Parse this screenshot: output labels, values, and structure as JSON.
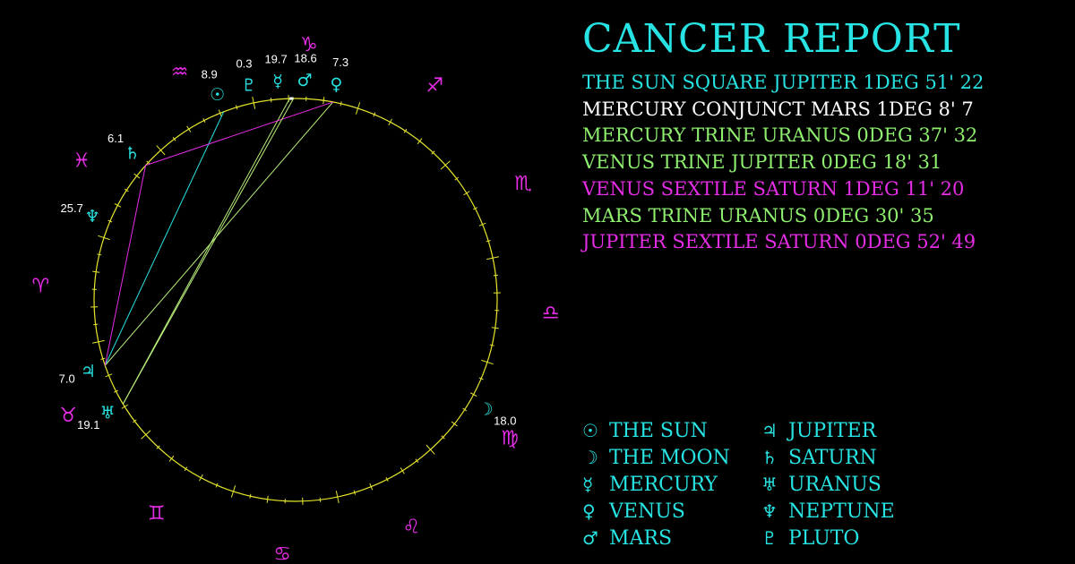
{
  "report": {
    "title": "CANCER REPORT",
    "aspects": [
      {
        "text": "THE SUN SQUARE JUPITER 1DEG 51' 22",
        "color": "#27e3e3"
      },
      {
        "text": "MERCURY CONJUNCT MARS 1DEG 8' 7",
        "color": "#ffffff"
      },
      {
        "text": "MERCURY TRINE URANUS 0DEG 37' 32",
        "color": "#8fef6f"
      },
      {
        "text": "VENUS TRINE JUPITER 0DEG 18' 31",
        "color": "#8fef6f"
      },
      {
        "text": "VENUS SEXTILE SATURN 1DEG 11' 20",
        "color": "#e62de6"
      },
      {
        "text": "MARS TRINE URANUS 0DEG 30' 35",
        "color": "#8fef6f"
      },
      {
        "text": "JUPITER SEXTILE SATURN 0DEG 52' 49",
        "color": "#e62de6"
      }
    ]
  },
  "colors": {
    "planet": "#27e3e3",
    "sign": "#e62de6",
    "circle": "#e6e62d",
    "label": "#ffffff",
    "conjunction": "#ffffff",
    "trine": "#b8f07a",
    "square": "#27e3e3",
    "sextile": "#e62de6"
  },
  "chart_data": {
    "type": "astrological-wheel",
    "signs": [
      {
        "name": "aries",
        "glyph": "♈"
      },
      {
        "name": "taurus",
        "glyph": "♉"
      },
      {
        "name": "gemini",
        "glyph": "♊"
      },
      {
        "name": "cancer",
        "glyph": "♋"
      },
      {
        "name": "leo",
        "glyph": "♌"
      },
      {
        "name": "virgo",
        "glyph": "♍"
      },
      {
        "name": "libra",
        "glyph": "♎"
      },
      {
        "name": "scorpio",
        "glyph": "♏"
      },
      {
        "name": "sagittarius",
        "glyph": "♐"
      },
      {
        "name": "capricorn",
        "glyph": "♑"
      },
      {
        "name": "aquarius",
        "glyph": "♒"
      },
      {
        "name": "pisces",
        "glyph": "♓"
      }
    ],
    "planets": [
      {
        "name": "sun",
        "glyph": "☉",
        "sign": "aquarius",
        "degree": 8.9,
        "label": "8.9"
      },
      {
        "name": "moon",
        "glyph": "☽",
        "sign": "virgo",
        "degree": 18.0,
        "label": "18.0"
      },
      {
        "name": "mercury",
        "glyph": "☿",
        "sign": "capricorn",
        "degree": 19.7,
        "label": "19.7"
      },
      {
        "name": "venus",
        "glyph": "♀",
        "sign": "capricorn",
        "degree": 7.3,
        "label": "7.3"
      },
      {
        "name": "mars",
        "glyph": "♂",
        "sign": "capricorn",
        "degree": 18.6,
        "label": "18.6"
      },
      {
        "name": "jupiter",
        "glyph": "♃",
        "sign": "taurus",
        "degree": 7.0,
        "label": "7.0"
      },
      {
        "name": "saturn",
        "glyph": "♄",
        "sign": "pisces",
        "degree": 6.1,
        "label": "6.1"
      },
      {
        "name": "uranus",
        "glyph": "♅",
        "sign": "taurus",
        "degree": 19.1,
        "label": "19.1"
      },
      {
        "name": "neptune",
        "glyph": "♆",
        "sign": "pisces",
        "degree": 25.7,
        "label": "25.7"
      },
      {
        "name": "pluto",
        "glyph": "♇",
        "sign": "aquarius",
        "degree": 0.3,
        "label": "0.3"
      }
    ],
    "aspects": [
      {
        "from": "sun",
        "to": "jupiter",
        "type": "square"
      },
      {
        "from": "mercury",
        "to": "mars",
        "type": "conjunction"
      },
      {
        "from": "mercury",
        "to": "uranus",
        "type": "trine"
      },
      {
        "from": "venus",
        "to": "jupiter",
        "type": "trine"
      },
      {
        "from": "venus",
        "to": "saturn",
        "type": "sextile"
      },
      {
        "from": "mars",
        "to": "uranus",
        "type": "trine"
      },
      {
        "from": "jupiter",
        "to": "saturn",
        "type": "sextile"
      }
    ]
  },
  "legend": [
    {
      "name": "sun",
      "glyph": "☉",
      "label": "THE SUN"
    },
    {
      "name": "moon",
      "glyph": "☽",
      "label": "THE MOON"
    },
    {
      "name": "mercury",
      "glyph": "☿",
      "label": "MERCURY"
    },
    {
      "name": "venus",
      "glyph": "♀",
      "label": "VENUS"
    },
    {
      "name": "mars",
      "glyph": "♂",
      "label": "MARS"
    },
    {
      "name": "jupiter",
      "glyph": "♃",
      "label": "JUPITER"
    },
    {
      "name": "saturn",
      "glyph": "♄",
      "label": "SATURN"
    },
    {
      "name": "uranus",
      "glyph": "♅",
      "label": "URANUS"
    },
    {
      "name": "neptune",
      "glyph": "♆",
      "label": "NEPTUNE"
    },
    {
      "name": "pluto",
      "glyph": "♇",
      "label": "PLUTO"
    }
  ]
}
